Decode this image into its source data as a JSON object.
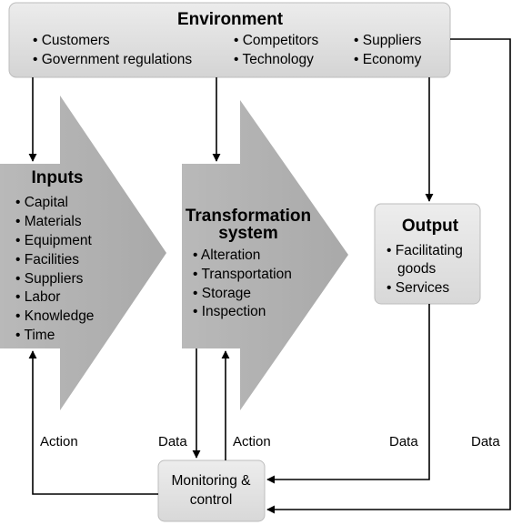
{
  "environment": {
    "title": "Environment",
    "items": [
      "Customers",
      "Government regulations",
      "Competitors",
      "Technology",
      "Suppliers",
      "Economy"
    ]
  },
  "inputs": {
    "title": "Inputs",
    "items": [
      "Capital",
      "Materials",
      "Equipment",
      "Facilities",
      "Suppliers",
      "Labor",
      "Knowledge",
      "Time"
    ]
  },
  "transformation": {
    "title_line1": "Transformation",
    "title_line2": "system",
    "items": [
      "Alteration",
      "Transportation",
      "Storage",
      "Inspection"
    ]
  },
  "output": {
    "title": "Output",
    "item1_line1": "Facilitating",
    "item1_line2": "goods",
    "item2": "Services"
  },
  "monitoring": {
    "line1": "Monitoring &",
    "line2": "control"
  },
  "labels": {
    "action_left": "Action",
    "data_mid": "Data",
    "action_mid": "Action",
    "data_output": "Data",
    "data_env": "Data"
  }
}
